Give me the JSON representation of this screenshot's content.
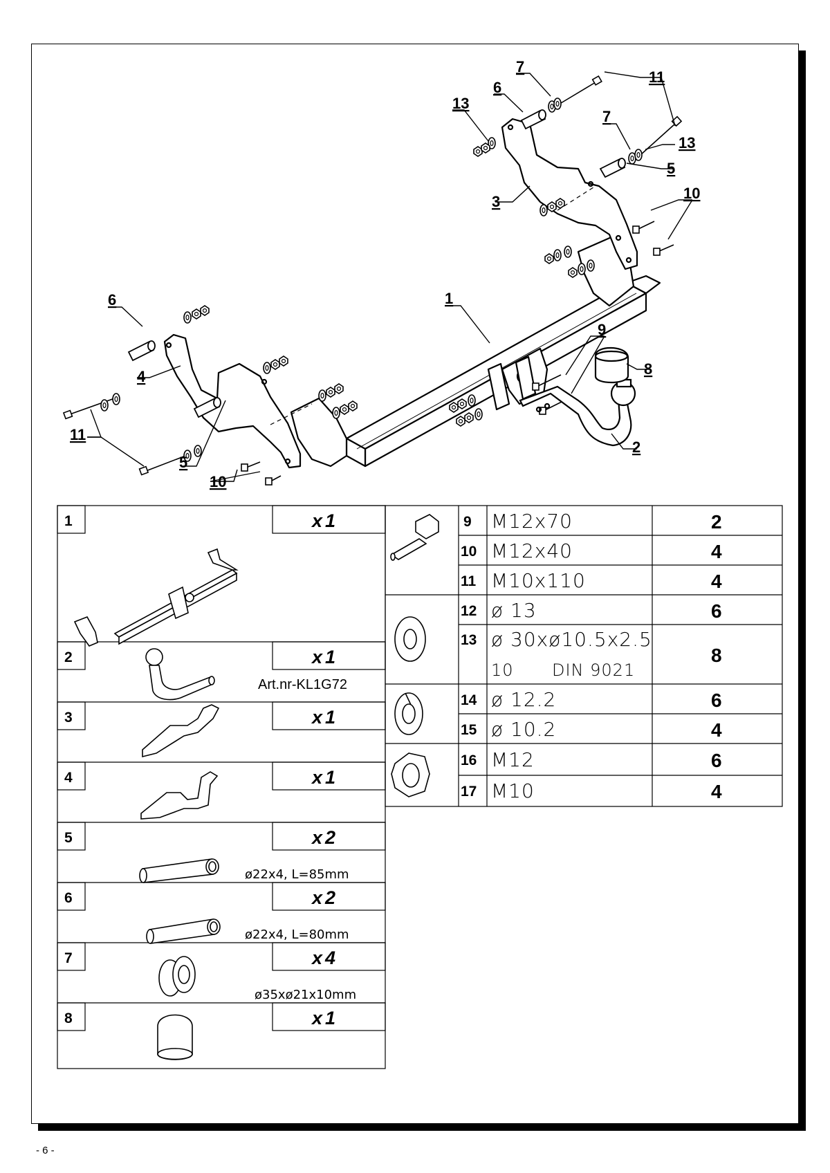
{
  "page_number": "- 6 -",
  "callouts": {
    "c1": "1",
    "c2": "2",
    "c3": "3",
    "c4": "4",
    "c5a": "5",
    "c5b": "5",
    "c6a": "6",
    "c6b": "6",
    "c7a": "7",
    "c7b": "7",
    "c8": "8",
    "c9": "9",
    "c10a": "10",
    "c10b": "10",
    "c11a": "11",
    "c11b": "11",
    "c13a": "13",
    "c13b": "13"
  },
  "left_table": [
    {
      "no": "1",
      "qty_x": "x",
      "qty": "1",
      "note": ""
    },
    {
      "no": "2",
      "qty_x": "x",
      "qty": "1",
      "note": "Art.nr-KL1G72"
    },
    {
      "no": "3",
      "qty_x": "x",
      "qty": "1",
      "note": ""
    },
    {
      "no": "4",
      "qty_x": "x",
      "qty": "1",
      "note": ""
    },
    {
      "no": "5",
      "qty_x": "x",
      "qty": "2",
      "note": "ø22x4,  L=85mm"
    },
    {
      "no": "6",
      "qty_x": "x",
      "qty": "2",
      "note": "ø22x4,  L=80mm"
    },
    {
      "no": "7",
      "qty_x": "x",
      "qty": "4",
      "note": "ø35xø21x10mm"
    },
    {
      "no": "8",
      "qty_x": "x",
      "qty": "1",
      "note": ""
    }
  ],
  "right_table": [
    {
      "no": "9",
      "spec": "M12x70",
      "count": "2"
    },
    {
      "no": "10",
      "spec": "M12x40",
      "count": "4"
    },
    {
      "no": "11",
      "spec": "M10x110",
      "count": "4"
    },
    {
      "no": "12",
      "spec": "ø 13",
      "count": "6"
    },
    {
      "no": "13",
      "spec": "ø 30xø10.5x2.5",
      "spec2a": "10",
      "spec2b": "DIN  9021",
      "count": "8"
    },
    {
      "no": "14",
      "spec": "ø 12.2",
      "count": "6"
    },
    {
      "no": "15",
      "spec": "ø 10.2",
      "count": "4"
    },
    {
      "no": "16",
      "spec": "M12",
      "count": "6"
    },
    {
      "no": "17",
      "spec": "M10",
      "count": "4"
    }
  ]
}
